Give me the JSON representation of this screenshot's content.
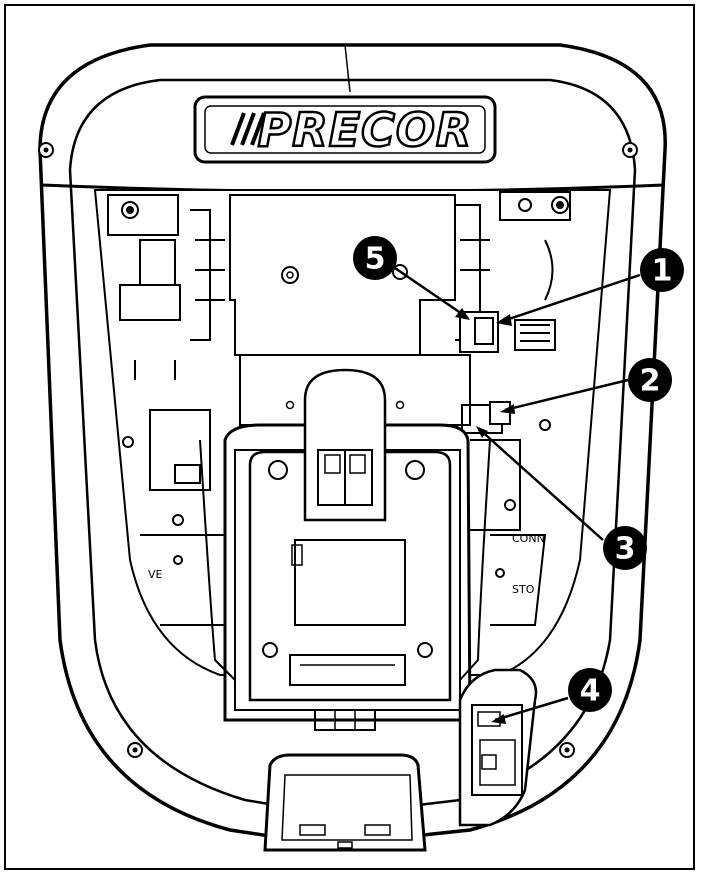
{
  "brand": {
    "name": "PRECOR"
  },
  "callouts": [
    {
      "number": "1"
    },
    {
      "number": "2"
    },
    {
      "number": "3"
    },
    {
      "number": "4"
    },
    {
      "number": "5"
    }
  ],
  "panel_labels": {
    "conn": "CONN",
    "sto": "STO",
    "ve": "VE"
  },
  "colors": {
    "line": "#000000",
    "background": "#ffffff",
    "callout_fill": "#000000"
  }
}
